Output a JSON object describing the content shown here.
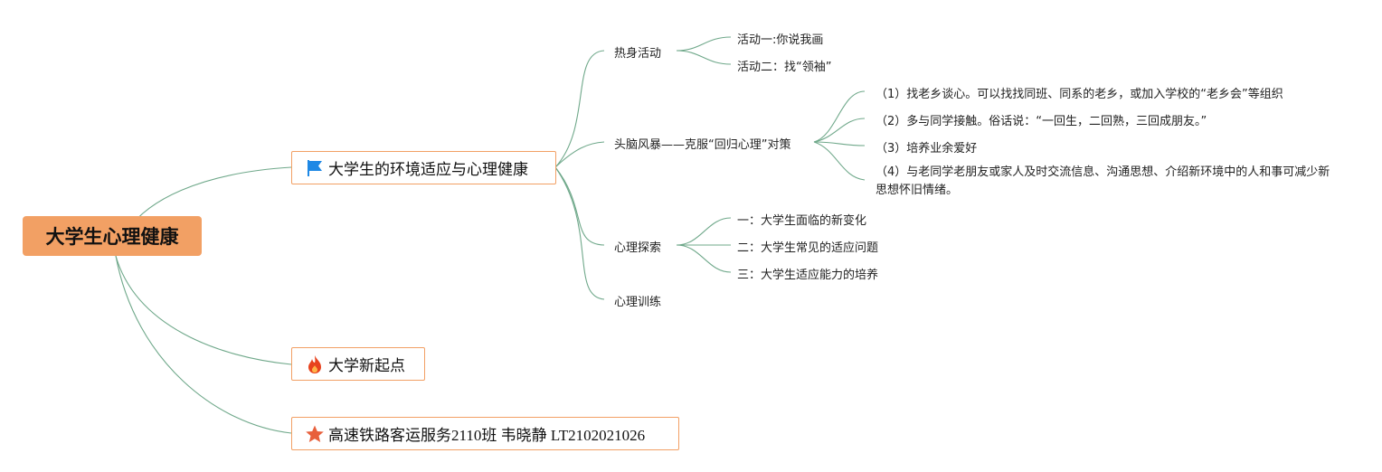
{
  "root": {
    "label": "大学生心理健康"
  },
  "branches": [
    {
      "label": "大学生的环境适应与心理健康",
      "icon": "blue-flag-icon",
      "children": [
        {
          "label": "热身活动",
          "children": [
            "活动一:你说我画",
            "活动二：找“领袖”"
          ]
        },
        {
          "label": "头脑风暴——克服“回归心理”对策",
          "children": [
            "（1）找老乡谈心。可以找找同班、同系的老乡，或加入学校的“老乡会”等组织",
            "（2）多与同学接触。俗话说：“一回生，二回熟，三回成朋友。”",
            "（3）培养业余爱好",
            "（4）与老同学老朋友或家人及时交流信息、沟通思想、介绍新环境中的人和事可减少新思想怀旧情绪。"
          ]
        },
        {
          "label": "心理探索",
          "children": [
            "一：大学生面临的新变化",
            "二：大学生常见的适应问题",
            "三：大学生适应能力的培养"
          ]
        },
        {
          "label": "心理训练",
          "children": []
        }
      ]
    },
    {
      "label": "大学新起点",
      "icon": "fire-icon",
      "children": []
    },
    {
      "label": "高速铁路客运服务2110班 韦晓静 LT2102021026",
      "icon": "star-icon",
      "children": []
    }
  ],
  "colors": {
    "accent": "#f2a064",
    "line": "#6fa88a",
    "flag": "#1e88e5",
    "fire": "#e8431e",
    "star": "#e8603c"
  }
}
